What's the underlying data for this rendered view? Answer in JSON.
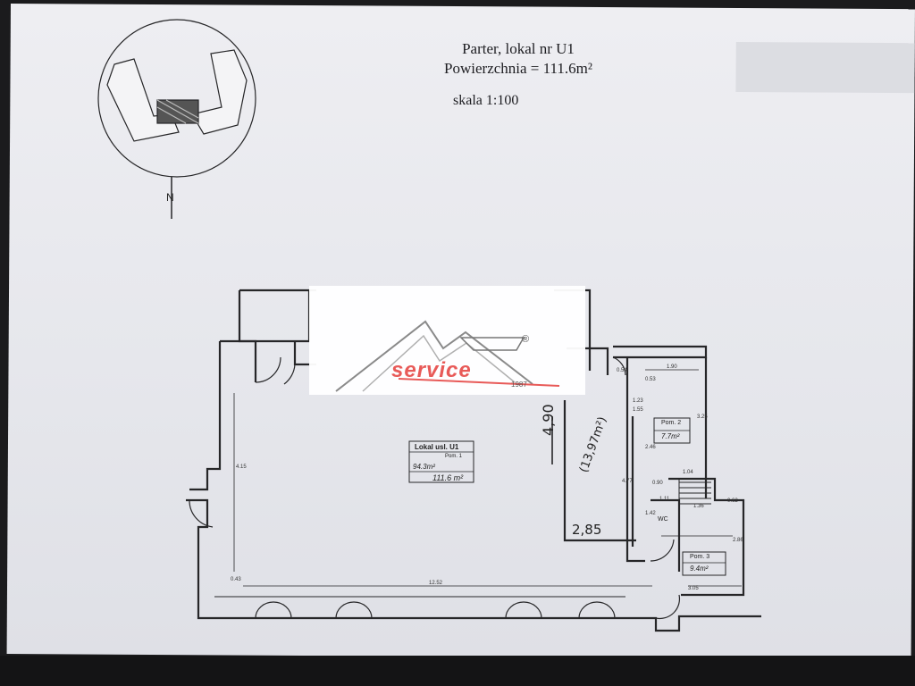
{
  "header": {
    "line1": "Parter, lokal nr U1",
    "line2": "Powierzchnia = 111.6m²",
    "scale": "skala 1:100"
  },
  "compass": {
    "north": "N"
  },
  "logo": {
    "word": "service",
    "year": "1987",
    "reg": "®"
  },
  "rooms": {
    "main": {
      "title": "Lokal usl. U1",
      "sub": "Pom. 1",
      "area": "94.3m²",
      "total": "111.6 m²"
    },
    "pom2": {
      "name": "Pom. 2",
      "area": "7.7m²"
    },
    "wc": {
      "name": "WC"
    },
    "pom3": {
      "name": "Pom. 3",
      "area": "9.4m²"
    }
  },
  "dimensions": {
    "bottom": "12.52",
    "left_wall": "4.15",
    "left_small": "0.43",
    "right_top": "1.90",
    "r_a": "0.54",
    "r_b": "0.53",
    "r_c": "1.23",
    "r_d": "1.55",
    "r_e": "1.04",
    "r_f": "0.90",
    "r_g": "1.36",
    "r_h": "0.62",
    "r_i": "3.25",
    "r_j": "2.46",
    "r_k": "4.77",
    "r_l": "1.11",
    "r_m": "3.05",
    "r_n": "1.42",
    "r_o": "2.86"
  },
  "handwritten": {
    "height": "4,90",
    "area": "(13,97m²)",
    "width": "2,85"
  },
  "colors": {
    "paper": "#e8e9ee",
    "ink": "#222222",
    "logo": "#e85a58"
  }
}
